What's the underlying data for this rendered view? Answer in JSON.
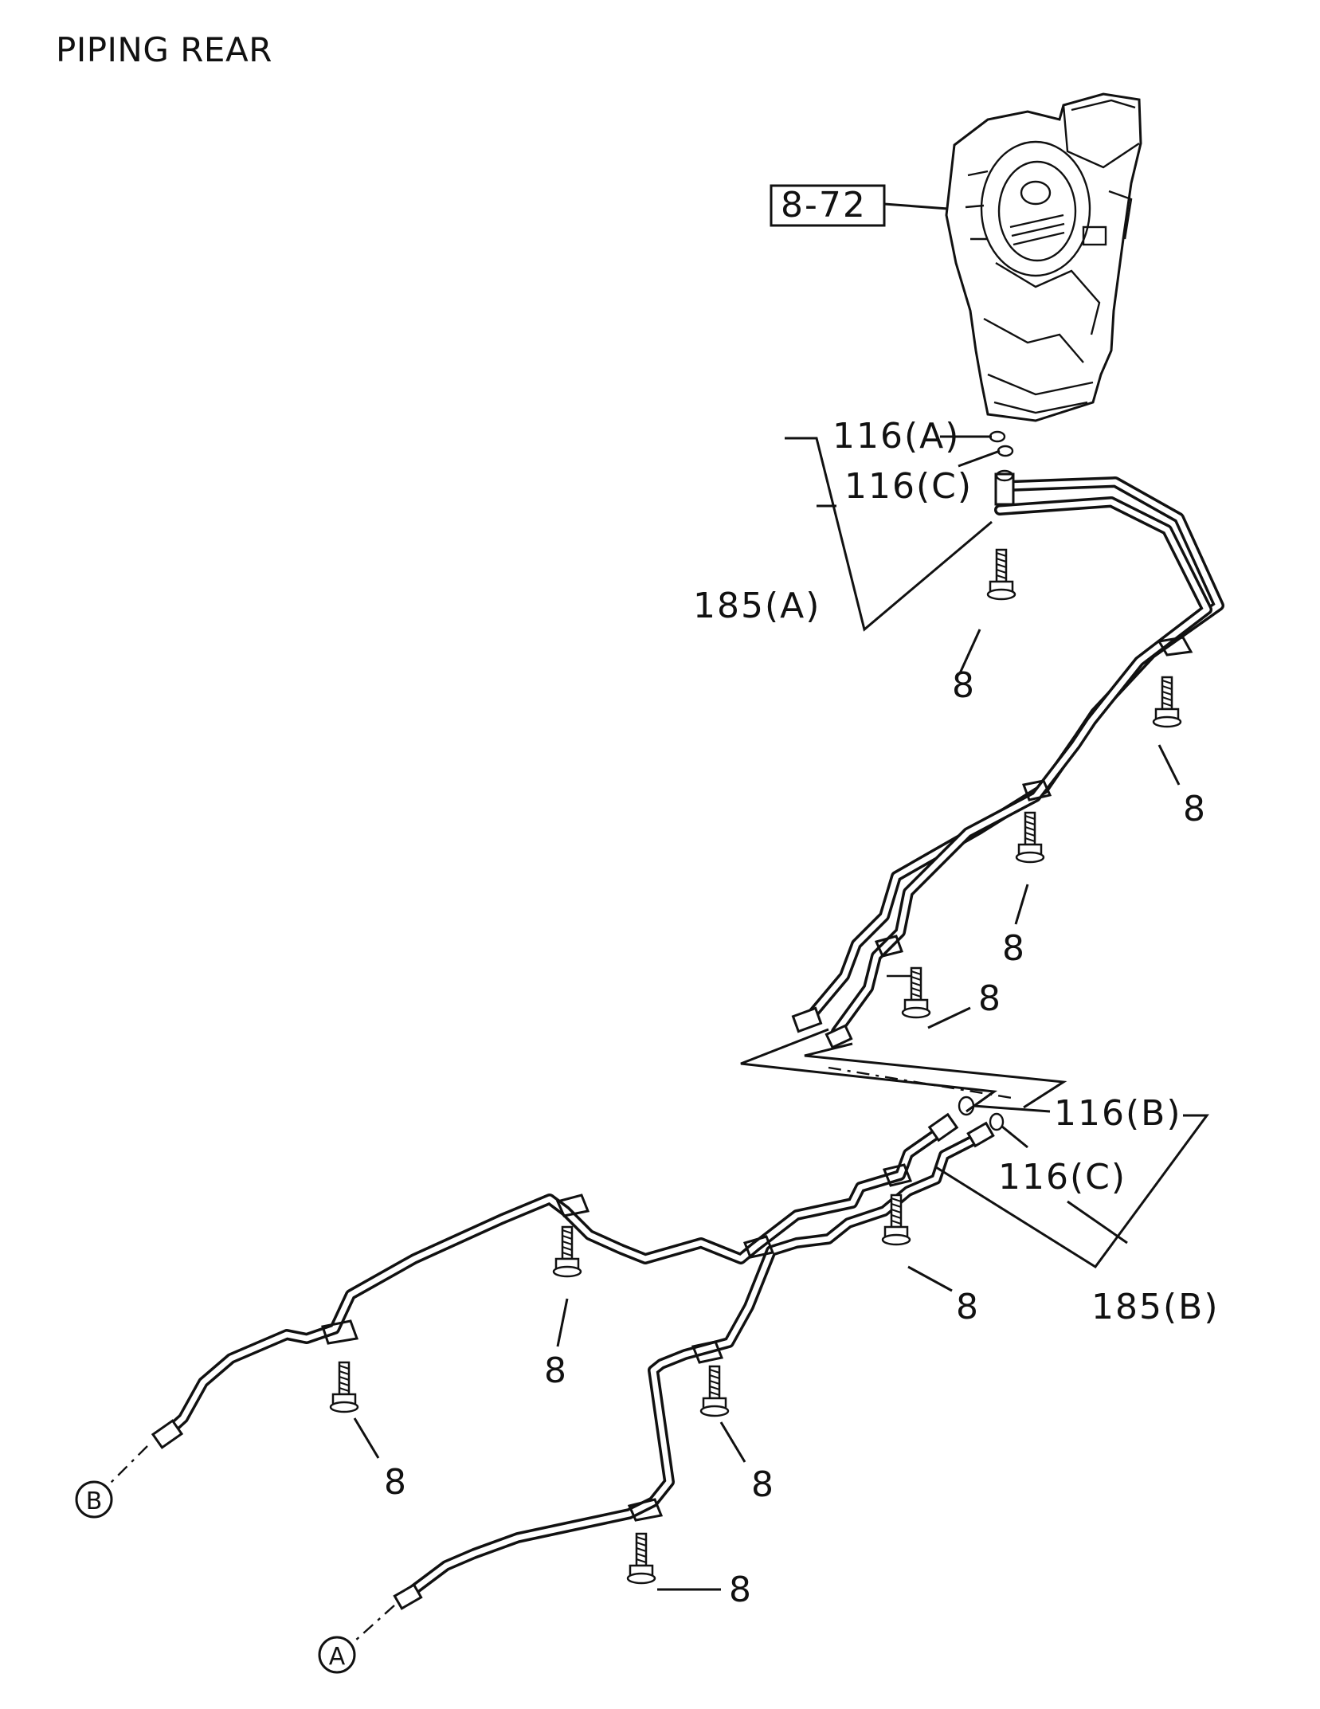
{
  "title": "PIPING REAR",
  "reference_box": "8-72",
  "callouts": {
    "oring_a": "116(A)",
    "oring_c_top": "116(C)",
    "pipe_a": "185(A)",
    "oring_b": "116(B)",
    "oring_c_bottom": "116(C)",
    "pipe_b": "185(B)",
    "bolt": "8"
  },
  "connectors": {
    "a": "A",
    "b": "B"
  }
}
